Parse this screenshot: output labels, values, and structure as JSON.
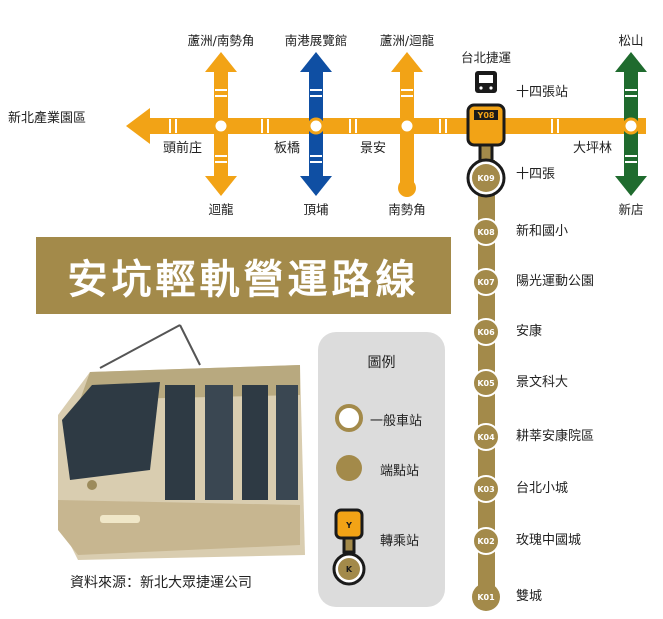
{
  "title": "安坑輕軌營運路線",
  "source": "資料來源：新北大眾捷運公司",
  "colors": {
    "orange_line": "#f2a316",
    "blue_line": "#0f4fa3",
    "green_line": "#1f6b2e",
    "ankeng_line": "#a38a4a",
    "banner": "#a38a4a",
    "legend_bg": "#dcdcdc"
  },
  "transfer": {
    "metro_label": "台北捷運",
    "icon": "metro-train-icon",
    "yellow_code": "Y08",
    "k_code": "K09"
  },
  "stations": [
    {
      "code": "Y08",
      "name": "十四張站"
    },
    {
      "code": "K09",
      "name": "十四張"
    },
    {
      "code": "K08",
      "name": "新和國小"
    },
    {
      "code": "K07",
      "name": "陽光運動公園"
    },
    {
      "code": "K06",
      "name": "安康"
    },
    {
      "code": "K05",
      "name": "景文科大"
    },
    {
      "code": "K04",
      "name": "耕莘安康院區"
    },
    {
      "code": "K03",
      "name": "台北小城"
    },
    {
      "code": "K02",
      "name": "玫瑰中國城"
    },
    {
      "code": "K01",
      "name": "雙城"
    }
  ],
  "circle_line": {
    "west_terminal": "新北產業園區",
    "stations": [
      "頭前庄",
      "板橋",
      "景安",
      "大坪林"
    ],
    "branches": [
      {
        "up": "蘆洲/南勢角",
        "down": "迴龍"
      },
      {
        "up": "南港展覽館",
        "down": "頂埔"
      },
      {
        "up": "蘆洲/迴龍",
        "down": "南勢角"
      },
      {
        "up": "松山",
        "down": "新店"
      }
    ]
  },
  "legend": {
    "title": "圖例",
    "items": [
      {
        "label": "一般車站",
        "icon": "regular-station-icon"
      },
      {
        "label": "端點站",
        "icon": "terminal-station-icon"
      },
      {
        "label": "轉乘站",
        "icon": "transfer-station-icon",
        "top_letter": "Y",
        "bottom_letter": "K"
      }
    ]
  }
}
